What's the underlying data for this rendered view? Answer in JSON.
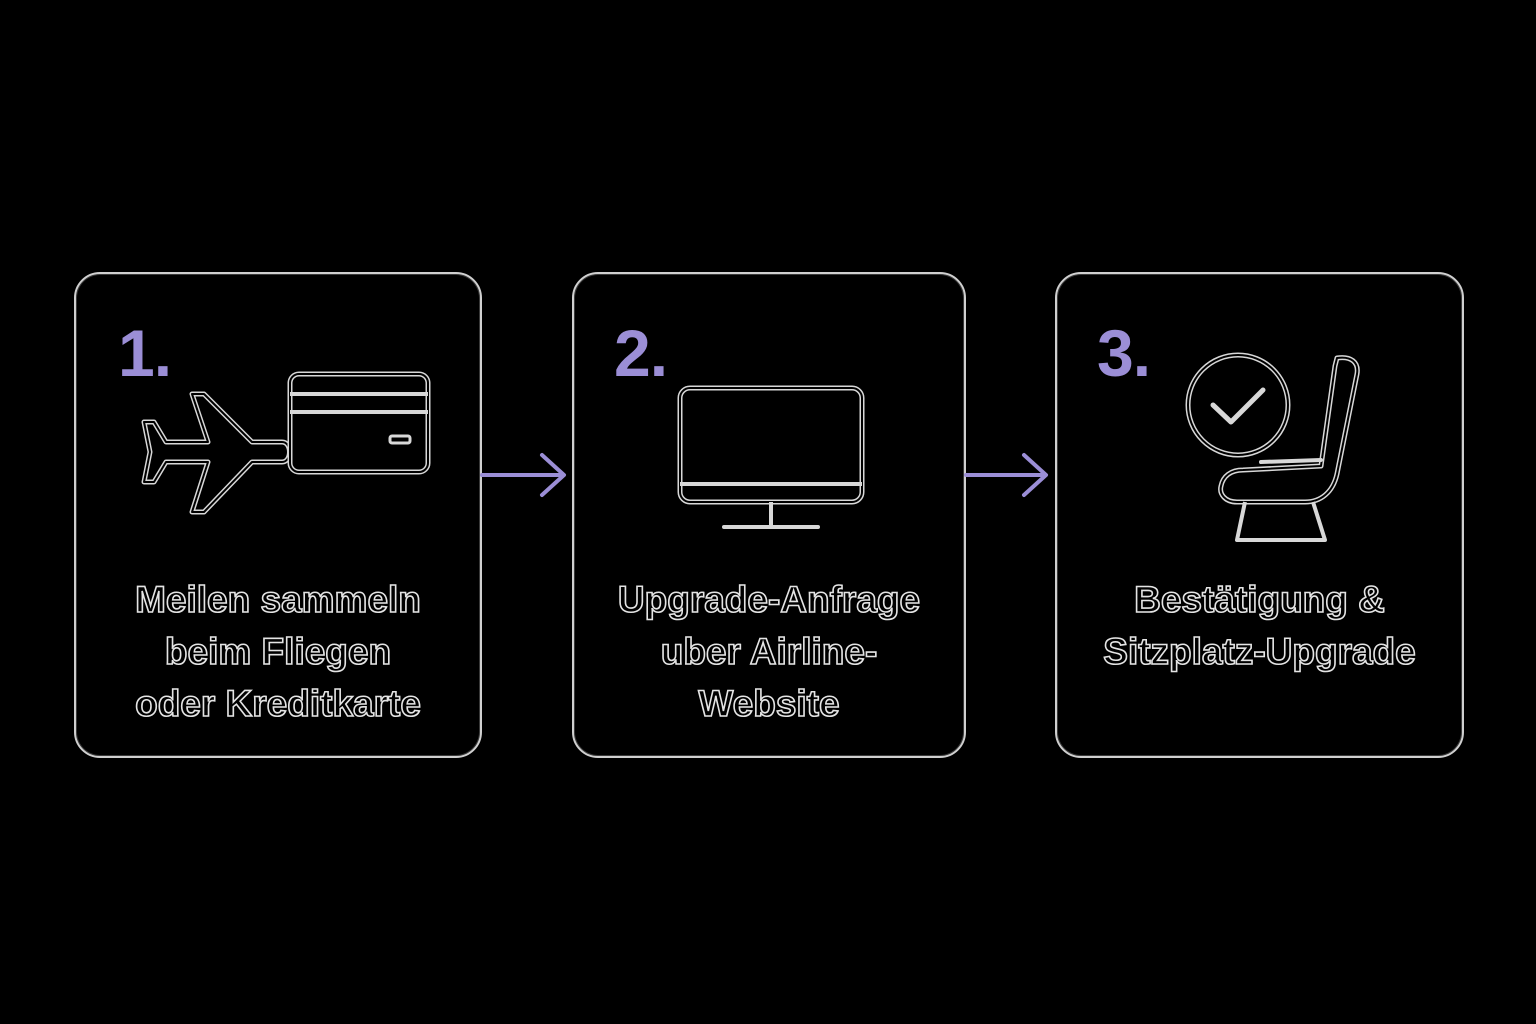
{
  "colors": {
    "background": "#000000",
    "outline": "#d0d0d0",
    "accent": "#9b8ed6"
  },
  "steps": [
    {
      "number": "1.",
      "icons": [
        "airplane-icon",
        "credit-card-icon"
      ],
      "lines": [
        "Meilen sammeln",
        "beim Fliegen",
        "oder Kreditkarte"
      ]
    },
    {
      "number": "2.",
      "icons": [
        "computer-monitor-icon"
      ],
      "lines": [
        "Upgrade-Anfrage",
        "uber Airline-",
        "Website"
      ]
    },
    {
      "number": "3.",
      "icons": [
        "check-circle-icon",
        "airplane-seat-icon"
      ],
      "lines": [
        "Bestätigung &",
        "Sitzplatz-Upgrade"
      ]
    }
  ],
  "connectors": [
    "arrow-right-icon",
    "arrow-right-icon"
  ]
}
